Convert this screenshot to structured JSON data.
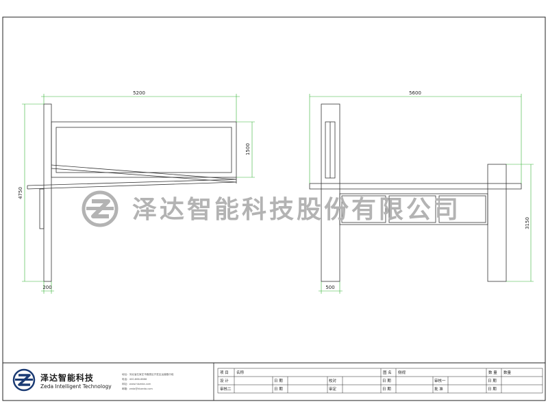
{
  "drawing": {
    "left_view": {
      "dim_top": "5200",
      "dim_right": "1500",
      "dim_left": "4750",
      "dim_bottom": "200"
    },
    "right_view": {
      "dim_top": "5600",
      "dim_right": "3150",
      "dim_bottom": "500"
    }
  },
  "watermark": {
    "text": "泽达智能科技股份有限公司"
  },
  "title_block": {
    "company_cn": "泽达智能科技",
    "company_en": "Zeda Intelligent Technology",
    "address_lines": [
      "地址：河北省石家庄市鹿泉区开发区运营路中段",
      "电话：400-866-8888",
      "网址：www.hbzeda.com",
      "邮箱：zeda@hbzeda.com"
    ],
    "cells": {
      "r1_name_label": "项 目",
      "r1_name_value": "名称",
      "r1_drawing_label": "图 名",
      "r1_drawing_value": "侧视",
      "r1_count_label": "数 量",
      "r1_count_value": "数量",
      "r2_design_label": "设 计",
      "r2_date_label": "日 期",
      "r2_check_label": "校对",
      "r2_date2_label": "日 期",
      "r2_review_label": "审核一",
      "r2_date3_label": "日 期",
      "r3_review2_label": "审核二",
      "r3_date_label": "日 期",
      "r3_approve_label": "审定",
      "r3_date2_label": "日 期",
      "r3_sign_label": "批 准",
      "r3_date3_label": "日 期"
    }
  },
  "colors": {
    "line": "#222222",
    "dimension": "#33b233",
    "watermark": "#b3b3b3"
  }
}
